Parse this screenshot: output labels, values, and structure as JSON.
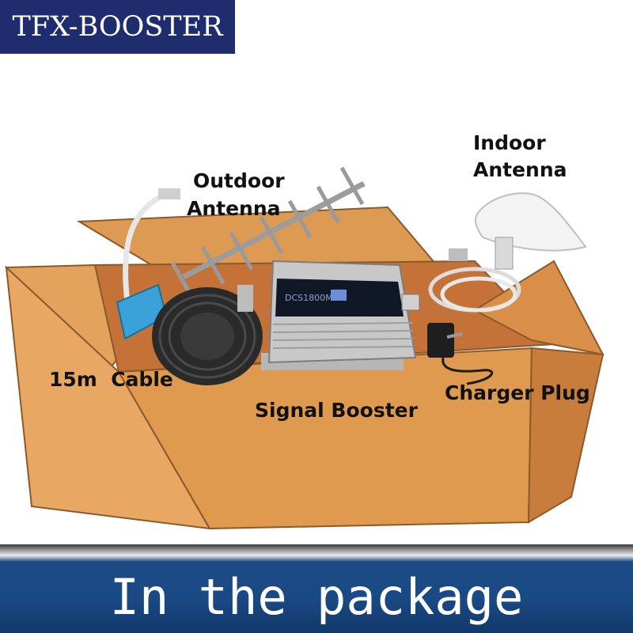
{
  "brand": {
    "name": "TFX-BOOSTER"
  },
  "labels": {
    "outdoor_antenna": [
      "Outdoor",
      "Antenna"
    ],
    "indoor_antenna": [
      "Indoor",
      "Antenna"
    ],
    "cable": "15m  Cable",
    "signal_booster": "Signal Booster",
    "charger_plug": "Charger Plug"
  },
  "device": {
    "display_text": "DCS1800MHz"
  },
  "footer": {
    "caption": "In the package"
  },
  "colors": {
    "brand_bg": "#1f2c6e",
    "box": "#d9914a",
    "box_inside": "#c77a3c",
    "banner": "#1a4a85"
  }
}
